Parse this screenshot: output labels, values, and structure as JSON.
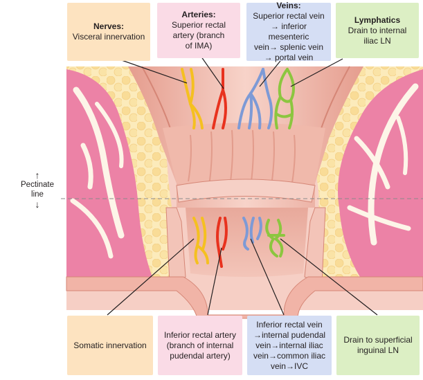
{
  "top_boxes": {
    "nerves": {
      "title": "Nerves:",
      "body": "Visceral innervation",
      "color": "#fde3c0"
    },
    "arteries": {
      "title": "Arteries:",
      "body": "Superior rectal\nartery (branch\nof IMA)",
      "color": "#fadbe6"
    },
    "veins": {
      "title": "Veins:",
      "body": "Superior rectal vein\n→ inferior mesenteric\nvein→ splenic vein\n→ portal vein",
      "color": "#d5def4"
    },
    "lymphatics": {
      "title": "Lymphatics",
      "body": "Drain to internal\niliac LN",
      "color": "#dcefc4"
    }
  },
  "bottom_boxes": {
    "nerves": {
      "body": "Somatic innervation",
      "color": "#fde3c0"
    },
    "arteries": {
      "body": "Inferior rectal artery\n(branch of internal\npudendal artery)",
      "color": "#fadbe6"
    },
    "veins": {
      "body": "Inferior rectal vein\n→internal pudendal\nvein→internal iliac\nvein→common iliac\nvein→IVC",
      "color": "#d5def4"
    },
    "lymphatics": {
      "body": "Drain to superficial\ninguinal LN",
      "color": "#dcefc4"
    }
  },
  "pectinate_line": {
    "label": "Pectinate\nline",
    "up_arrow": "arrow-up-icon",
    "down_arrow": "arrow-down-icon"
  },
  "colors": {
    "nerve": "#f5c020",
    "artery": "#e8321e",
    "vein": "#7d9ad6",
    "lymph": "#8cc63f",
    "tissue": "#f3c8bf",
    "mucosa": "#e97aa0",
    "fat": "#fbe7b0"
  }
}
